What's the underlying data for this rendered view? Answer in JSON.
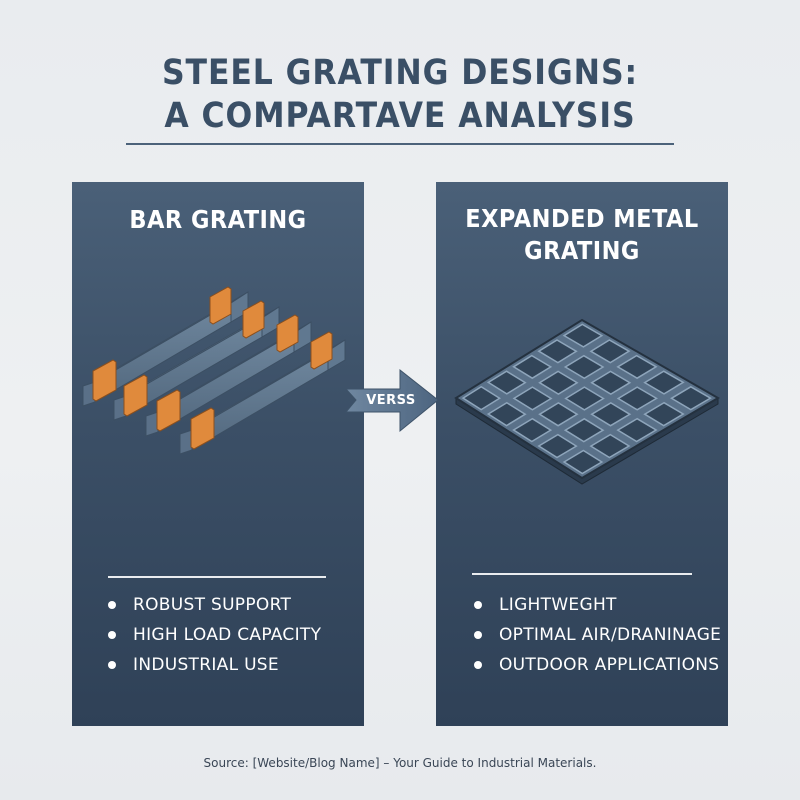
{
  "header": {
    "title_line1": "STEEL GRATING DESIGNS:",
    "title_line2": "A COMPARTAVE ANALYSIS"
  },
  "left_panel": {
    "title": "BAR GRATING",
    "bullets": [
      "ROBUST SUPPORT",
      "HIGH LOAD CAPACITY",
      "INDUSTRIAL USE"
    ]
  },
  "right_panel": {
    "title_line1": "EXPANDED METAL",
    "title_line2": "GRATING",
    "bullets": [
      "LIGHTWEGHT",
      "OPTIMAL AIR/DRANINAGE",
      "OUTDOOR APPLICATIONS"
    ]
  },
  "connector": {
    "label": "VERSS"
  },
  "footer": {
    "source": "Source: [Website/Blog Name] – Your Guide to Industrial Materials."
  },
  "colors": {
    "title_text": "#3a4f66",
    "panel_bg": "#3b4f66",
    "bar_steel": "#8aa4bc",
    "bar_clip": "#e08a3c",
    "arrow": "#5f7891"
  },
  "icons": [
    "bar-grating-illustration",
    "expanded-metal-grid-illustration",
    "versus-arrow-icon"
  ]
}
